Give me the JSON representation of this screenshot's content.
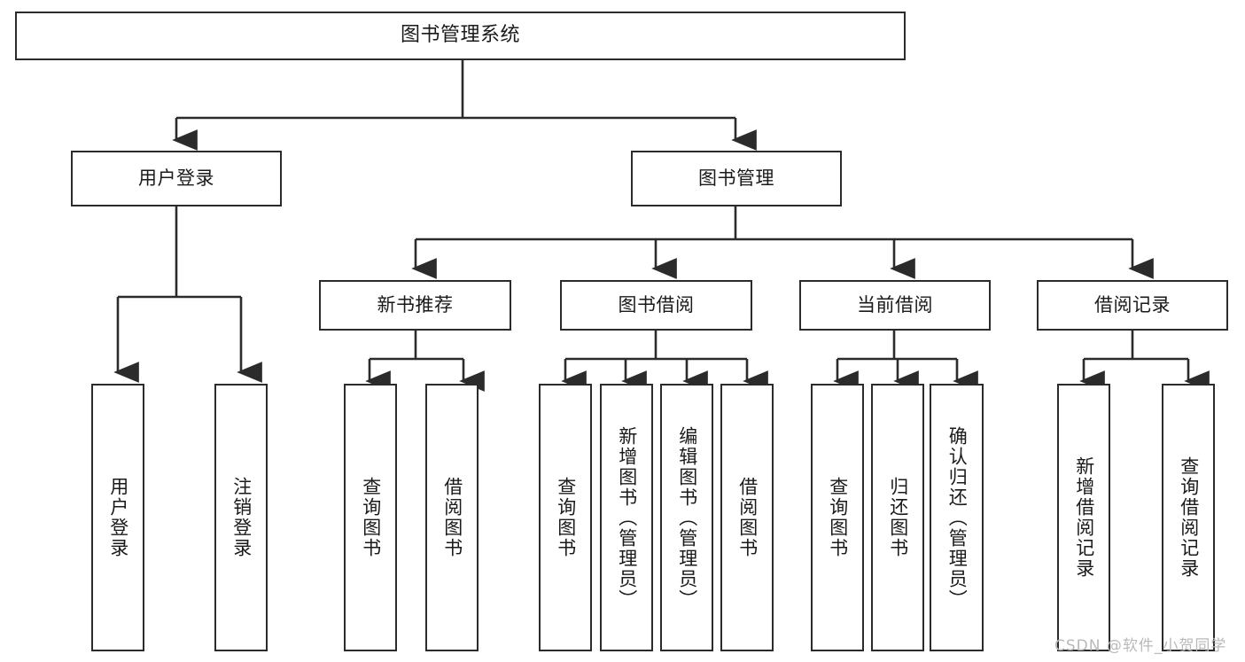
{
  "diagram": {
    "type": "tree",
    "title": "图书管理系统",
    "watermark": "CSDN @软件_小贺同学",
    "colors": {
      "box_border": "#2b2b2b",
      "box_fill": "#ffffff",
      "line": "#2b2b2b",
      "text": "#1a1a1a",
      "watermark": "#b9b9b9"
    },
    "nodes": {
      "root": {
        "label": "图书管理系统"
      },
      "level1": [
        {
          "id": "user_login",
          "label": "用户登录"
        },
        {
          "id": "book_manage",
          "label": "图书管理"
        }
      ],
      "level2": [
        {
          "id": "new_book_rec",
          "label": "新书推荐"
        },
        {
          "id": "book_borrow",
          "label": "图书借阅"
        },
        {
          "id": "current_borrow",
          "label": "当前借阅"
        },
        {
          "id": "borrow_record",
          "label": "借阅记录"
        }
      ],
      "leaves": {
        "user_login": [
          {
            "id": "leaf_user_login",
            "label": "用户登录"
          },
          {
            "id": "leaf_logout",
            "label": "注销登录"
          }
        ],
        "new_book_rec": [
          {
            "id": "leaf_query_book_1",
            "label": "查询图书"
          },
          {
            "id": "leaf_borrow_book_1",
            "label": "借阅图书"
          }
        ],
        "book_borrow": [
          {
            "id": "leaf_query_book_2",
            "label": "查询图书"
          },
          {
            "id": "leaf_add_book",
            "label": "新增图书（管理员）"
          },
          {
            "id": "leaf_edit_book",
            "label": "编辑图书（管理员）"
          },
          {
            "id": "leaf_borrow_book_2",
            "label": "借阅图书"
          }
        ],
        "current_borrow": [
          {
            "id": "leaf_query_book_3",
            "label": "查询图书"
          },
          {
            "id": "leaf_return_book",
            "label": "归还图书"
          },
          {
            "id": "leaf_confirm_return",
            "label": "确认归还（管理员）"
          }
        ],
        "borrow_record": [
          {
            "id": "leaf_add_record",
            "label": "新增借阅记录"
          },
          {
            "id": "leaf_query_record",
            "label": "查询借阅记录"
          }
        ]
      }
    }
  }
}
